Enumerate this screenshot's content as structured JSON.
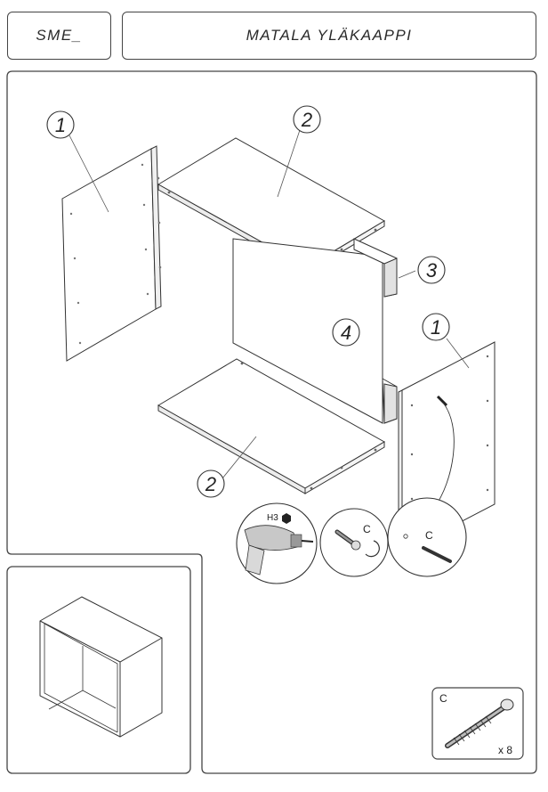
{
  "header": {
    "code": "SME_",
    "title": "MATALA YLÄKAAPPI"
  },
  "parts": {
    "side_left": "1",
    "top_panel": "2",
    "rail": "3",
    "back_panel": "4",
    "side_right": "1",
    "bottom_panel": "2"
  },
  "tools": {
    "drill_bit_label": "H3",
    "cam_label": "C",
    "screw_label": "C"
  },
  "hardware_box": {
    "label": "C",
    "quantity": "x 8"
  }
}
